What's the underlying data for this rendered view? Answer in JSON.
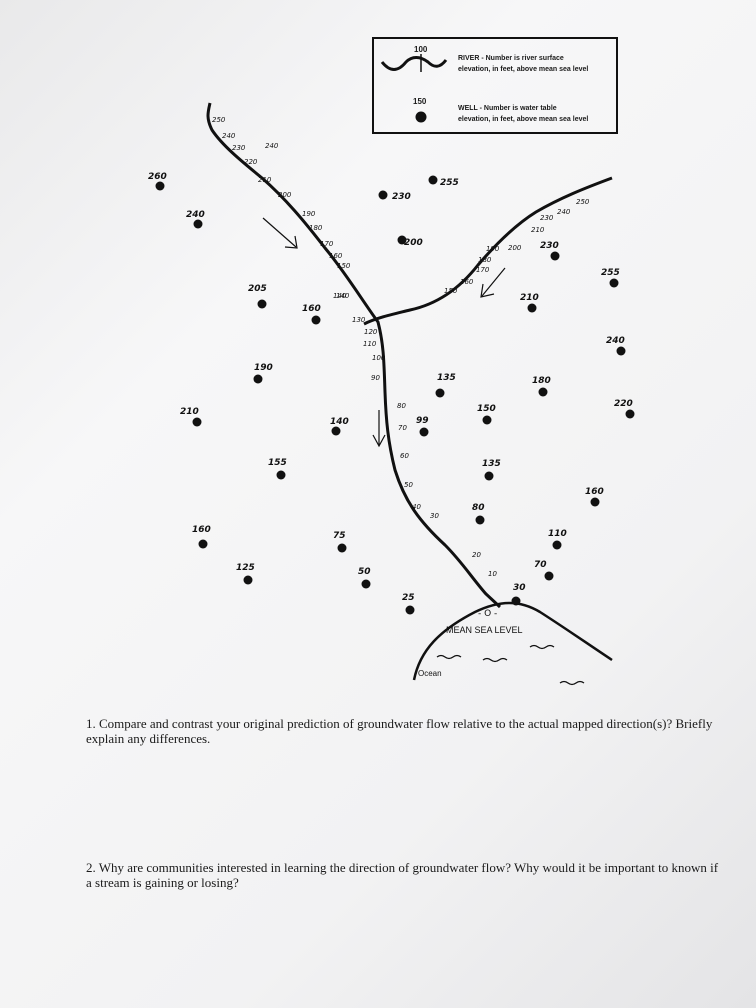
{
  "legend": {
    "river_sample_value": "100",
    "river_title": "RIVER - Number is river surface",
    "river_detail": "elevation, in feet, above mean sea level",
    "well_sample_value": "150",
    "well_title": "WELL - Number is water table",
    "well_detail": "elevation, in feet, above mean sea level"
  },
  "main_river_labels": [
    "250",
    "240",
    "230",
    "240",
    "220",
    "210",
    "200",
    "190",
    "180",
    "170",
    "160",
    "150",
    "140",
    "130",
    "120",
    "110",
    "100",
    "90",
    "80",
    "70",
    "60",
    "50",
    "40",
    "30",
    "20",
    "10"
  ],
  "tributary_labels": [
    "250",
    "240",
    "230",
    "210",
    "200",
    "190",
    "180",
    "170",
    "160",
    "150",
    "140"
  ],
  "wells": [
    "260",
    "240",
    "230",
    "255",
    "200",
    "230",
    "255",
    "205",
    "160",
    "210",
    "240",
    "190",
    "135",
    "180",
    "210",
    "140",
    "99",
    "150",
    "220",
    "155",
    "135",
    "160",
    "80",
    "160",
    "75",
    "110",
    "125",
    "50",
    "70",
    "25",
    "30"
  ],
  "sea": {
    "zero_label": "- O -",
    "mean_sea_level": "MEAN SEA LEVEL",
    "ocean": "Ocean"
  },
  "questions": [
    "1. Compare and contrast your original prediction of groundwater flow relative to the actual mapped direction(s)? Briefly explain any differences.",
    "2. Why are communities interested in learning the direction of groundwater flow? Why would it be important to known if a stream is gaining or losing?"
  ]
}
